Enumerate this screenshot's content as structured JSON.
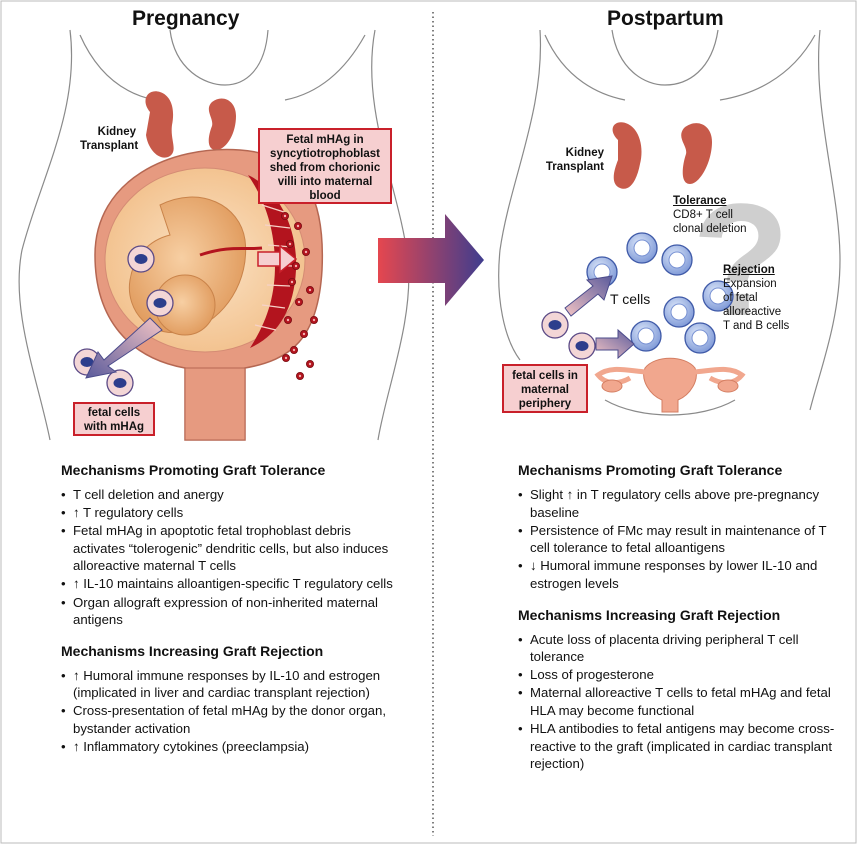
{
  "left": {
    "title": "Pregnancy",
    "kidney_label": [
      "Kidney",
      "Transplant"
    ],
    "callout": "Fetal mHAg in syncytiotrophoblast shed from chorionic villi into maternal blood",
    "fetal_cells_label": "fetal cells with mHAg",
    "tolerance_heading": "Mechanisms Promoting Graft Tolerance",
    "tolerance_items": [
      "T cell deletion and anergy",
      "↑ T regulatory cells",
      "Fetal mHAg in apoptotic fetal trophoblast debris activates “tolerogenic” dendritic cells, but also induces alloreactive maternal T cells",
      "↑ IL-10 maintains alloantigen-specific T regulatory cells",
      "Organ allograft expression of non-inherited maternal antigens"
    ],
    "rejection_heading": "Mechanisms Increasing Graft Rejection",
    "rejection_items": [
      "↑ Humoral immune responses by IL-10 and estrogen (implicated in liver and cardiac transplant rejection)",
      "Cross-presentation of fetal mHAg by the donor organ, bystander activation",
      "↑ Inflammatory cytokines (preeclampsia)"
    ]
  },
  "right": {
    "title": "Postpartum",
    "kidney_label": [
      "Kidney",
      "Transplant"
    ],
    "tolerance_label": "Tolerance",
    "tolerance_text": [
      "CD8+ T cell",
      "clonal deletion"
    ],
    "rejection_label": "Rejection",
    "rejection_text": [
      "Expansion",
      "of fetal",
      "alloreactive",
      "T and B cells"
    ],
    "tcells_label": "T cells",
    "fetal_cells_box": "fetal cells in maternal periphery",
    "tolerance_heading": "Mechanisms Promoting Graft Tolerance",
    "tolerance_items": [
      "Slight ↑ in T regulatory cells above pre-pregnancy baseline",
      "Persistence of FMc may result in maintenance of T cell tolerance to fetal alloantigens",
      "↓ Humoral immune responses by lower IL-10 and estrogen levels"
    ],
    "rejection_heading": "Mechanisms Increasing Graft Rejection",
    "rejection_items": [
      "Acute loss of placenta driving peripheral T cell tolerance",
      "Loss of progesterone",
      "Maternal alloreactive T cells to fetal mHAg and fetal HLA may become functional",
      "HLA antibodies to fetal antigens may become cross-reactive to the graft (implicated in cardiac transplant rejection)"
    ]
  },
  "colors": {
    "kidney": "#c75a4a",
    "uterus": "#e69a80",
    "placenta": "#b3141e",
    "fetus": "#f0b07a",
    "tcell": "#5a78c8",
    "box_border": "#c9202a",
    "box_fill": "#f6cfd0",
    "arrow_start": "#e5474f",
    "arrow_end": "#3f3d8e"
  }
}
